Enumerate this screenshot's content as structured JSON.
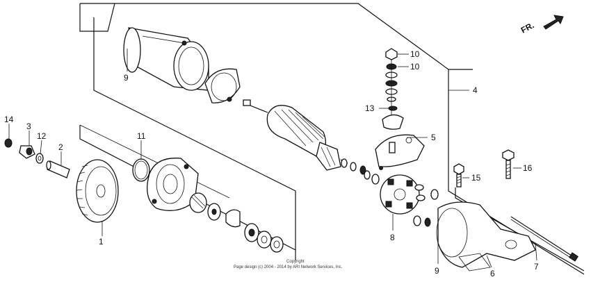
{
  "diagram": {
    "direction_label": "FR.",
    "callouts": [
      "1",
      "2",
      "3",
      "4",
      "5",
      "6",
      "7",
      "8",
      "9",
      "9",
      "10",
      "10",
      "11",
      "12",
      "13",
      "14",
      "15",
      "16"
    ],
    "copyright": {
      "line1": "Copyright",
      "line2": "Page design (c) 2004 - 2014 by ARI Network Services, Inc."
    }
  },
  "colors": {
    "ink": "#111111",
    "paper": "#ffffff"
  }
}
